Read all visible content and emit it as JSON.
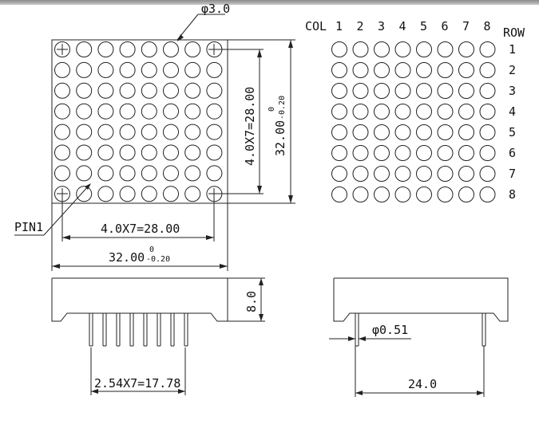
{
  "diagram": {
    "hole_dia": "φ3.0",
    "pin1_label": "PIN1",
    "pitch_h": "4.0X7=28.00",
    "pitch_v": "4.0X7=28.00",
    "width_dim": "32.00",
    "height_dim": "32.00",
    "tol_upper": "0",
    "tol_lower": "-0.20",
    "height_side": "8.0",
    "pin_pitch": "2.54X7=17.78",
    "pin_dia": "φ0.51",
    "row_span": "24.0",
    "col_label": "COL",
    "row_label": "ROW",
    "col_numbers": [
      "1",
      "2",
      "3",
      "4",
      "5",
      "6",
      "7",
      "8"
    ],
    "row_numbers": [
      "1",
      "2",
      "3",
      "4",
      "5",
      "6",
      "7",
      "8"
    ],
    "matrix_rows": 8,
    "matrix_cols": 8
  }
}
